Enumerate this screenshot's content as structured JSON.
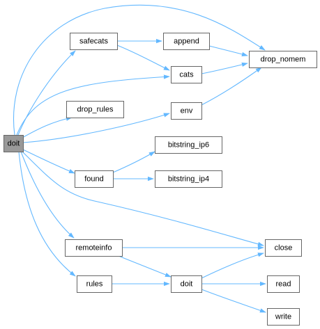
{
  "graph": {
    "nodes": {
      "doit_root": "doit",
      "safecats": "safecats",
      "append": "append",
      "drop_nomem": "drop_nomem",
      "cats": "cats",
      "drop_rules": "drop_rules",
      "env": "env",
      "bitstring_ip6": "bitstring_ip6",
      "found": "found",
      "bitstring_ip4": "bitstring_ip4",
      "remoteinfo": "remoteinfo",
      "close": "close",
      "rules": "rules",
      "doit_inner": "doit",
      "read": "read",
      "write": "write"
    },
    "root_node": "doit_root",
    "edges": [
      [
        "doit_root",
        "safecats"
      ],
      [
        "doit_root",
        "drop_nomem"
      ],
      [
        "doit_root",
        "cats"
      ],
      [
        "doit_root",
        "drop_rules"
      ],
      [
        "doit_root",
        "env"
      ],
      [
        "doit_root",
        "found"
      ],
      [
        "doit_root",
        "close"
      ],
      [
        "doit_root",
        "remoteinfo"
      ],
      [
        "doit_root",
        "rules"
      ],
      [
        "safecats",
        "append"
      ],
      [
        "safecats",
        "cats"
      ],
      [
        "append",
        "drop_nomem"
      ],
      [
        "cats",
        "drop_nomem"
      ],
      [
        "env",
        "drop_nomem"
      ],
      [
        "found",
        "bitstring_ip6"
      ],
      [
        "found",
        "bitstring_ip4"
      ],
      [
        "remoteinfo",
        "close"
      ],
      [
        "remoteinfo",
        "doit_inner"
      ],
      [
        "rules",
        "doit_inner"
      ],
      [
        "doit_inner",
        "close"
      ],
      [
        "doit_inner",
        "read"
      ],
      [
        "doit_inner",
        "write"
      ]
    ],
    "colors": {
      "edge": "#63b8ff",
      "node_border": "#666666",
      "root_fill": "#999999",
      "node_fill": "#ffffff"
    }
  }
}
